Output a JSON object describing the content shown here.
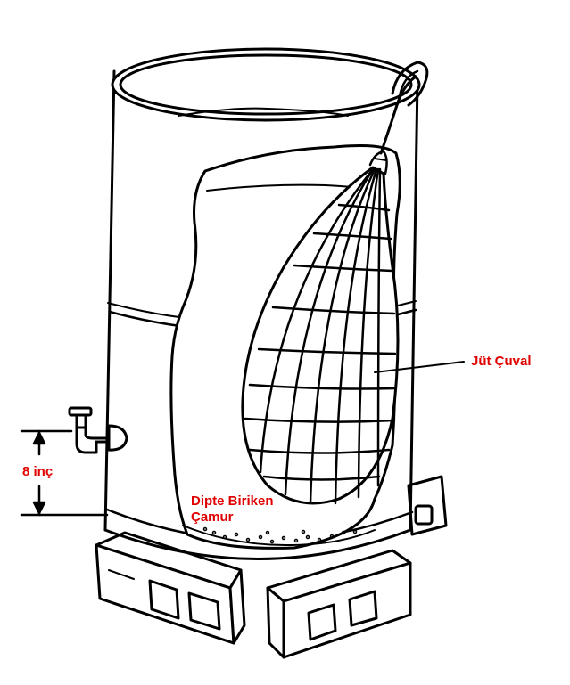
{
  "labels": {
    "sack": "Jüt Çuval",
    "sludge_line1": "Dipte Biriken",
    "sludge_line2": "Çamur",
    "height": "8 inç"
  },
  "colors": {
    "label": "#e00000",
    "ink": "#000000",
    "background": "#ffffff"
  }
}
